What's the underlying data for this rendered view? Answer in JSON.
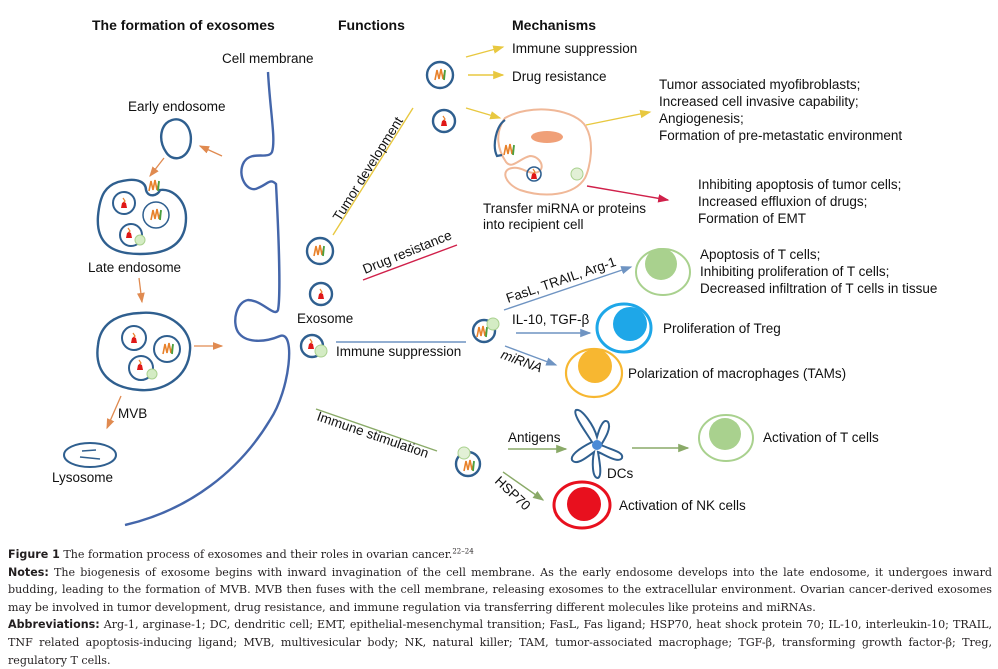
{
  "headers": {
    "formation": "The formation of exosomes",
    "functions": "Functions",
    "mechanisms": "Mechanisms"
  },
  "formation": {
    "cell_membrane": "Cell membrane",
    "early_endosome": "Early endosome",
    "late_endosome": "Late endosome",
    "mvb": "MVB",
    "lysosome": "Lysosome",
    "exosome": "Exosome"
  },
  "functions": {
    "tumor_development": "Tumor development",
    "drug_resistance": "Drug resistance",
    "immune_suppression": "Immune suppression",
    "immune_stimulation": "Immune stimulation"
  },
  "mechanisms": {
    "tumor": {
      "immune_suppression": "Immune suppression",
      "drug_resistance": "Drug resistance",
      "transfer_line1": "Transfer miRNA or proteins",
      "transfer_line2": "into recipient cell",
      "effects_1": [
        "Tumor associated myofibroblasts;",
        "Increased cell invasive capability;",
        "Angiogenesis;",
        "Formation of pre-metastatic environment"
      ],
      "effects_2": [
        "Inhibiting apoptosis of tumor cells;",
        "Increased effluxion of drugs;",
        "Formation of EMT"
      ]
    },
    "suppression": {
      "arrow_1": "FasL, TRAIL, Arg-1",
      "arrow_2": "IL-10, TGF-β",
      "arrow_3": "miRNA",
      "effects_t": [
        "Apoptosis of T cells;",
        "Inhibiting proliferation of T cells;",
        "Decreased infiltration of T cells in tissue"
      ],
      "effect_treg": "Proliferation of Treg",
      "effect_tam": "Polarization of macrophages (TAMs)"
    },
    "stimulation": {
      "antigens": "Antigens",
      "hsp70": "HSP70",
      "dcs": "DCs",
      "effect_t": "Activation of T cells",
      "effect_nk": "Activation of NK cells"
    }
  },
  "colors": {
    "membrane": "#4466aa",
    "vesicle": "#2f5f8f",
    "orange_arrow": "#e08a50",
    "yellow_arrow": "#e8c840",
    "red_line": "#d0204a",
    "blue_arrow": "#6f94c2",
    "green_arrow": "#8aaa68",
    "t_cell": "#a9d18e",
    "treg": "#1ea7e8",
    "tam": "#f7b731",
    "nk": "#e8101e",
    "recipient_cell": "#f0b898"
  },
  "caption": {
    "figure_label": "Figure 1",
    "figure_title": "The formation process of exosomes and their roles in ovarian cancer.",
    "figure_refs": "22–24",
    "notes_label": "Notes:",
    "notes_text": "The biogenesis of exosome begins with inward invagination of the cell membrane. As the early endosome develops into the late endosome, it undergoes inward budding, leading to the formation of MVB. MVB then fuses with the cell membrane, releasing exosomes to the extracellular environment. Ovarian cancer-derived exosomes may be involved in tumor development, drug resistance, and immune regulation via transferring different molecules like proteins and miRNAs.",
    "abbr_label": "Abbreviations:",
    "abbr_text": "Arg-1, arginase-1; DC, dendritic cell; EMT, epithelial-mesenchymal transition; FasL, Fas ligand; HSP70, heat shock protein 70; IL-10, interleukin-10; TRAIL, TNF related apoptosis-inducing ligand; MVB, multivesicular body; NK, natural killer; TAM, tumor-associated macrophage; TGF-β, transforming growth factor-β; Treg, regulatory T cells."
  }
}
